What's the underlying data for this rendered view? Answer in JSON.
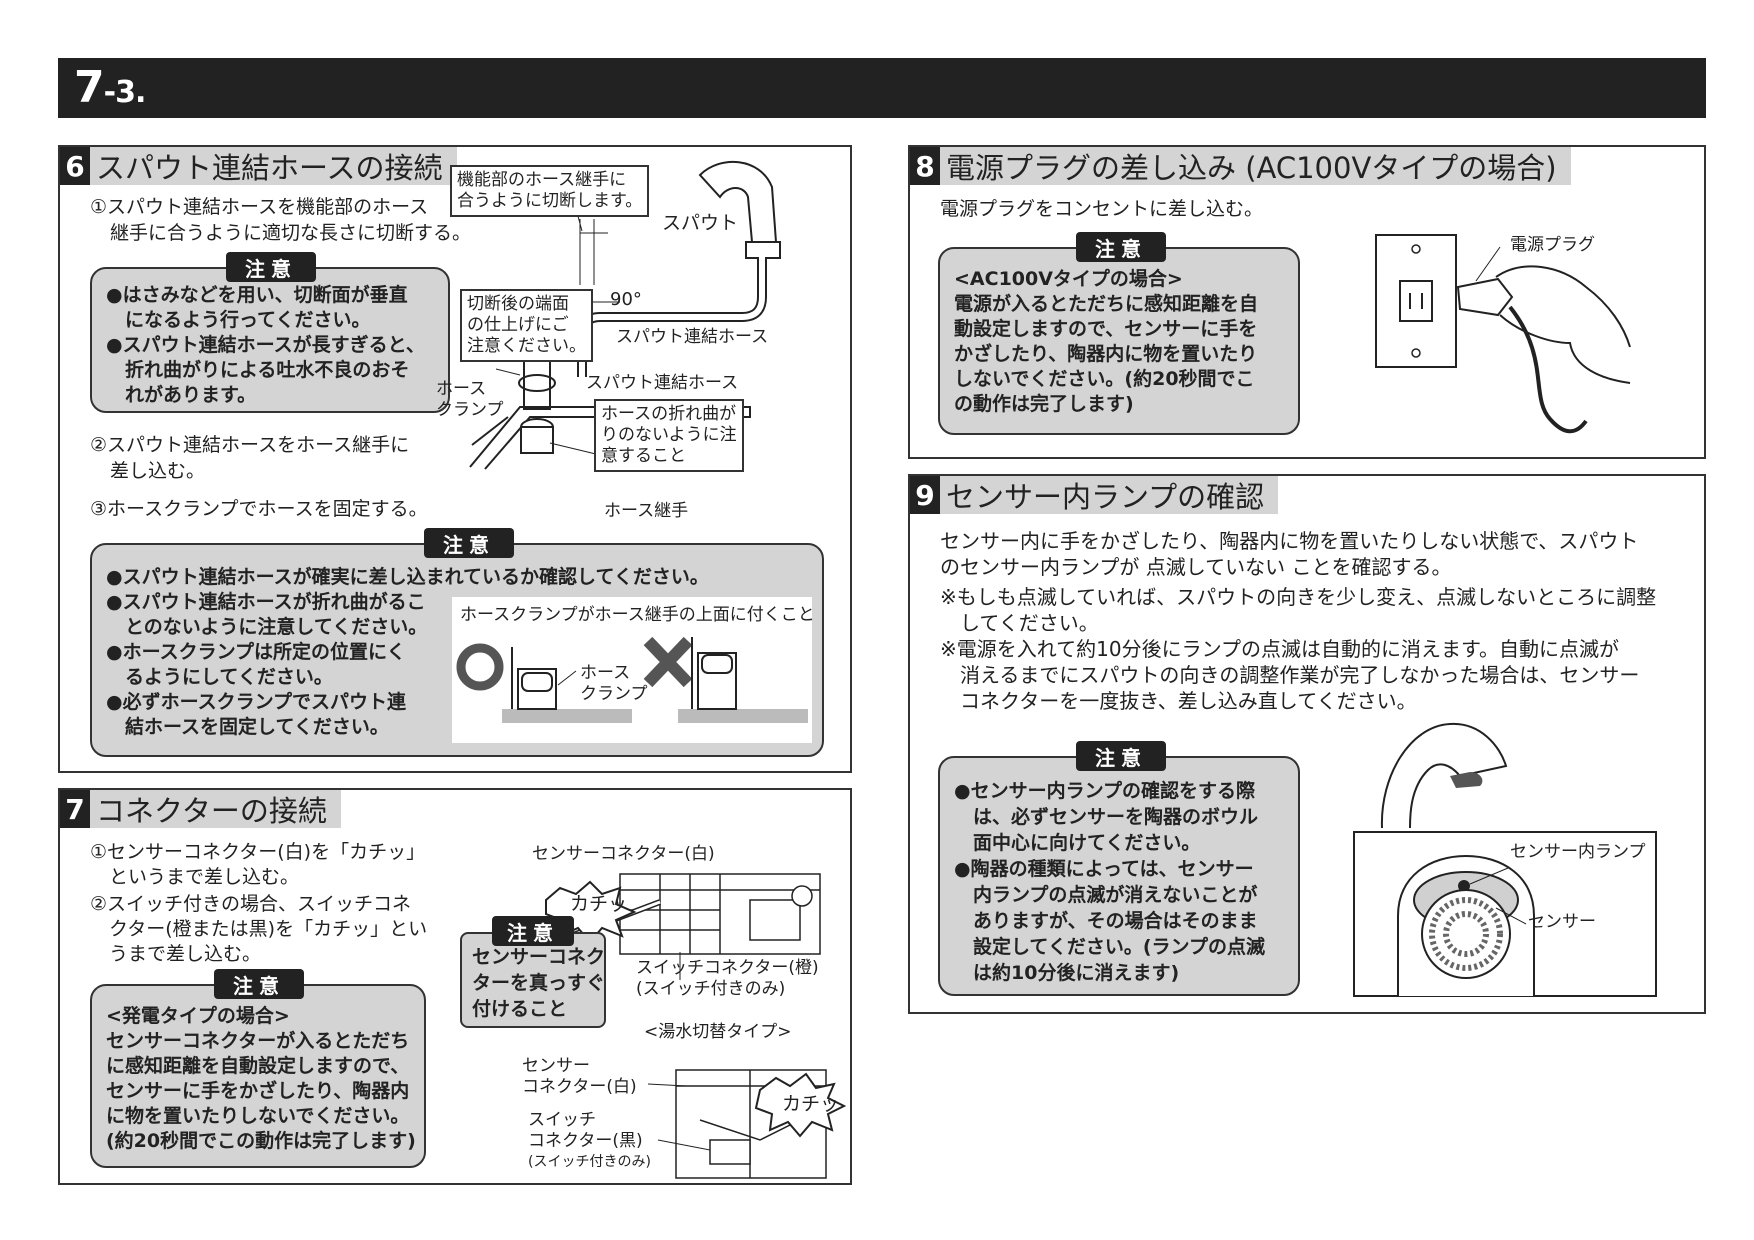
{
  "header": {
    "chapter_main": "7",
    "chapter_sub": "-3."
  },
  "s6": {
    "num": "6",
    "title": "スパウト連結ホースの接続",
    "step1_l1": "①スパウト連結ホースを機能部のホース",
    "step1_l2": "継手に合うように適切な長さに切断する。",
    "note_label": "注意",
    "note1": [
      "●はさみなどを用い、切断面が垂直",
      "　になるよう行ってください。",
      "●スパウト連結ホースが長すぎると、",
      "　折れ曲がりによる吐水不良のおそ",
      "　れがあります。"
    ],
    "step2_l1": "②スパウト連結ホースをホース継手に",
    "step2_l2": "差し込む。",
    "step3": "③ホースクランプでホースを固定する。",
    "diagram": {
      "box1": [
        "機能部のホース継手に",
        "合うように切断します。"
      ],
      "spout": "スパウト",
      "angle": "90°",
      "box2": [
        "切断後の端面",
        "の仕上げにご",
        "注意ください。"
      ],
      "hose1": "スパウト連結ホース",
      "hose2": "スパウト連結ホース",
      "clamp": [
        "ホース",
        "クランプ"
      ],
      "box3": [
        "ホースの折れ曲が",
        "りのないように注",
        "意すること"
      ],
      "joint": "ホース継手"
    },
    "note2": [
      "●スパウト連結ホースが確実に差し込まれているか確認してください。",
      "●スパウト連結ホースが折れ曲がるこ",
      "　とのないように注意してください。",
      "●ホースクランプは所定の位置にく",
      "　るようにしてください。",
      "●必ずホースクランプでスパウト連",
      "　結ホースを固定してください。"
    ],
    "inset_title": "ホースクランプがホース継手の上面に付くこと",
    "inset_clamp": [
      "ホース",
      "クランプ"
    ]
  },
  "s7": {
    "num": "7",
    "title": "コネクターの接続",
    "step1": [
      "①センサーコネクター(白)を「カチッ」",
      "　というまで差し込む。"
    ],
    "step2": [
      "②スイッチ付きの場合、スイッチコネ",
      "　クター(橙または黒)を「カチッ」とい",
      "　うまで差し込む。"
    ],
    "note_label": "注意",
    "note_body": [
      "<発電タイプの場合>",
      "センサーコネクターが入るとただち",
      "に感知距離を自動設定しますので、",
      "センサーに手をかざしたり、陶器内",
      "に物を置いたりしないでください。",
      "(約20秒間でこの動作は完了します)"
    ],
    "callout_label": "注意",
    "callout_body": [
      "センサーコネク",
      "ターを真っすぐ",
      "付けること"
    ],
    "lbl_sensor_conn": "センサーコネクター(白)",
    "click1": "カチッ",
    "click2": "カチッ",
    "lbl_switch_conn": [
      "スイッチコネクター(橙)",
      "(スイッチ付きのみ)"
    ],
    "lbl_type": "<湯水切替タイプ>",
    "lbl_sensor2": [
      "センサー",
      "コネクター(白)"
    ],
    "lbl_switch2": [
      "スイッチ",
      "コネクター(黒)",
      "(スイッチ付きのみ)"
    ]
  },
  "s8": {
    "num": "8",
    "title": "電源プラグの差し込み (AC100Vタイプの場合)",
    "intro": "電源プラグをコンセントに差し込む。",
    "note_label": "注意",
    "note_body": [
      "<AC100Vタイプの場合>",
      "電源が入るとただちに感知距離を自",
      "動設定しますので、センサーに手を",
      "かざしたり、陶器内に物を置いたり",
      "しないでください。(約20秒間でこ",
      "の動作は完了します)"
    ],
    "plug_label": "電源プラグ"
  },
  "s9": {
    "num": "9",
    "title": "センサー内ランプの確認",
    "p1": [
      "センサー内に手をかざしたり、陶器内に物を置いたりしない状態で、スパウト",
      "のセンサー内ランプが 点滅していない ことを確認する。"
    ],
    "p2": [
      "※もしも点滅していれば、スパウトの向きを少し変え、点滅しないところに調整",
      "　してください。"
    ],
    "p3": [
      "※電源を入れて約10分後にランプの点滅は自動的に消えます。自動に点滅が",
      "　消えるまでにスパウトの向きの調整作業が完了しなかった場合は、センサー",
      "　コネクターを一度抜き、差し込み直してください。"
    ],
    "note_label": "注意",
    "note_body": [
      "●センサー内ランプの確認をする際",
      "　は、必ずセンサーを陶器のボウル",
      "　面中心に向けてください。",
      "●陶器の種類によっては、センサー",
      "　内ランプの点滅が消えないことが",
      "　ありますが、その場合はそのまま",
      "　設定してください。(ランプの点滅",
      "　は約10分後に消えます)"
    ],
    "lbl_lamp": "センサー内ランプ",
    "lbl_sensor": "センサー"
  }
}
